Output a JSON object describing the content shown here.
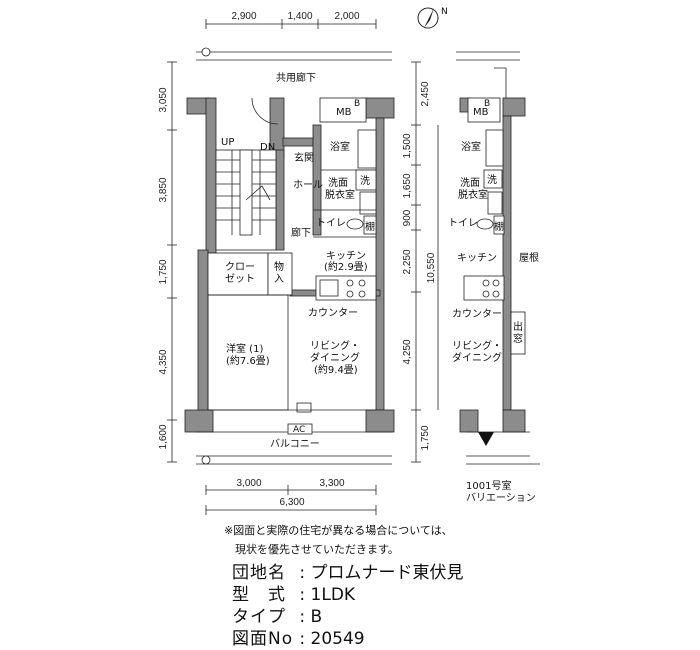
{
  "dimensions": {
    "top": [
      "2,900",
      "1,400",
      "2,000"
    ],
    "bottom": [
      "3,000",
      "3,300"
    ],
    "bottom_total": "6,300",
    "left": [
      "3,050",
      "3,850",
      "1,750",
      "4,350",
      "1,600"
    ],
    "right": [
      "2,450",
      "1,500",
      "1,650",
      "900",
      "2,250",
      "4,250",
      "1,750"
    ],
    "right_total": "10,550"
  },
  "rooms": {
    "corridor_common": "共用廊下",
    "mb": "MB",
    "b": "B",
    "stair_up": "UP",
    "stair_dn": "DN",
    "entrance": "玄関",
    "hall": "ホール",
    "bath": "浴室",
    "wash_line1": "洗面",
    "wash_line2": "脱衣室",
    "wash_short": "洗",
    "toilet": "トイレ",
    "shelf": "棚",
    "hallway": "廊下",
    "kitchen": "キッチン",
    "kitchen_size": "(約2.9畳)",
    "closet_line1": "クロー",
    "closet_line2": "ゼット",
    "storage_line1": "物",
    "storage_line2": "入",
    "counter": "カウンター",
    "western_line1": "洋室 (1)",
    "western_line2": "(約7.6畳)",
    "living_line1": "リビング・",
    "living_line2": "ダイニング",
    "living_size": "(約9.4畳)",
    "ac": "AC",
    "balcony": "バルコニー"
  },
  "variation": {
    "mb": "MB",
    "b": "B",
    "bath": "浴室",
    "wash_line1": "洗面",
    "wash_line2": "脱衣室",
    "wash_short": "洗",
    "toilet": "トイレ",
    "shelf": "棚",
    "kitchen": "キッチン",
    "roof": "屋根",
    "counter": "カウンター",
    "bay_line1": "出",
    "bay_line2": "窓",
    "living_line1": "リビング・",
    "living_line2": "ダイニング",
    "caption_line1": "1001号室",
    "caption_line2": "バリエーション"
  },
  "compass_label": "N",
  "note": {
    "line1": "※図面と実際の住宅が異なる場合については、",
    "line2": "　現状を優先させていただきます。"
  },
  "info": [
    {
      "key": "団地名",
      "value": "プロムナード東伏見"
    },
    {
      "key": "型　式",
      "value": "1LDK"
    },
    {
      "key": "タイプ",
      "value": "B"
    },
    {
      "key": "図面No",
      "value": "20549"
    }
  ]
}
